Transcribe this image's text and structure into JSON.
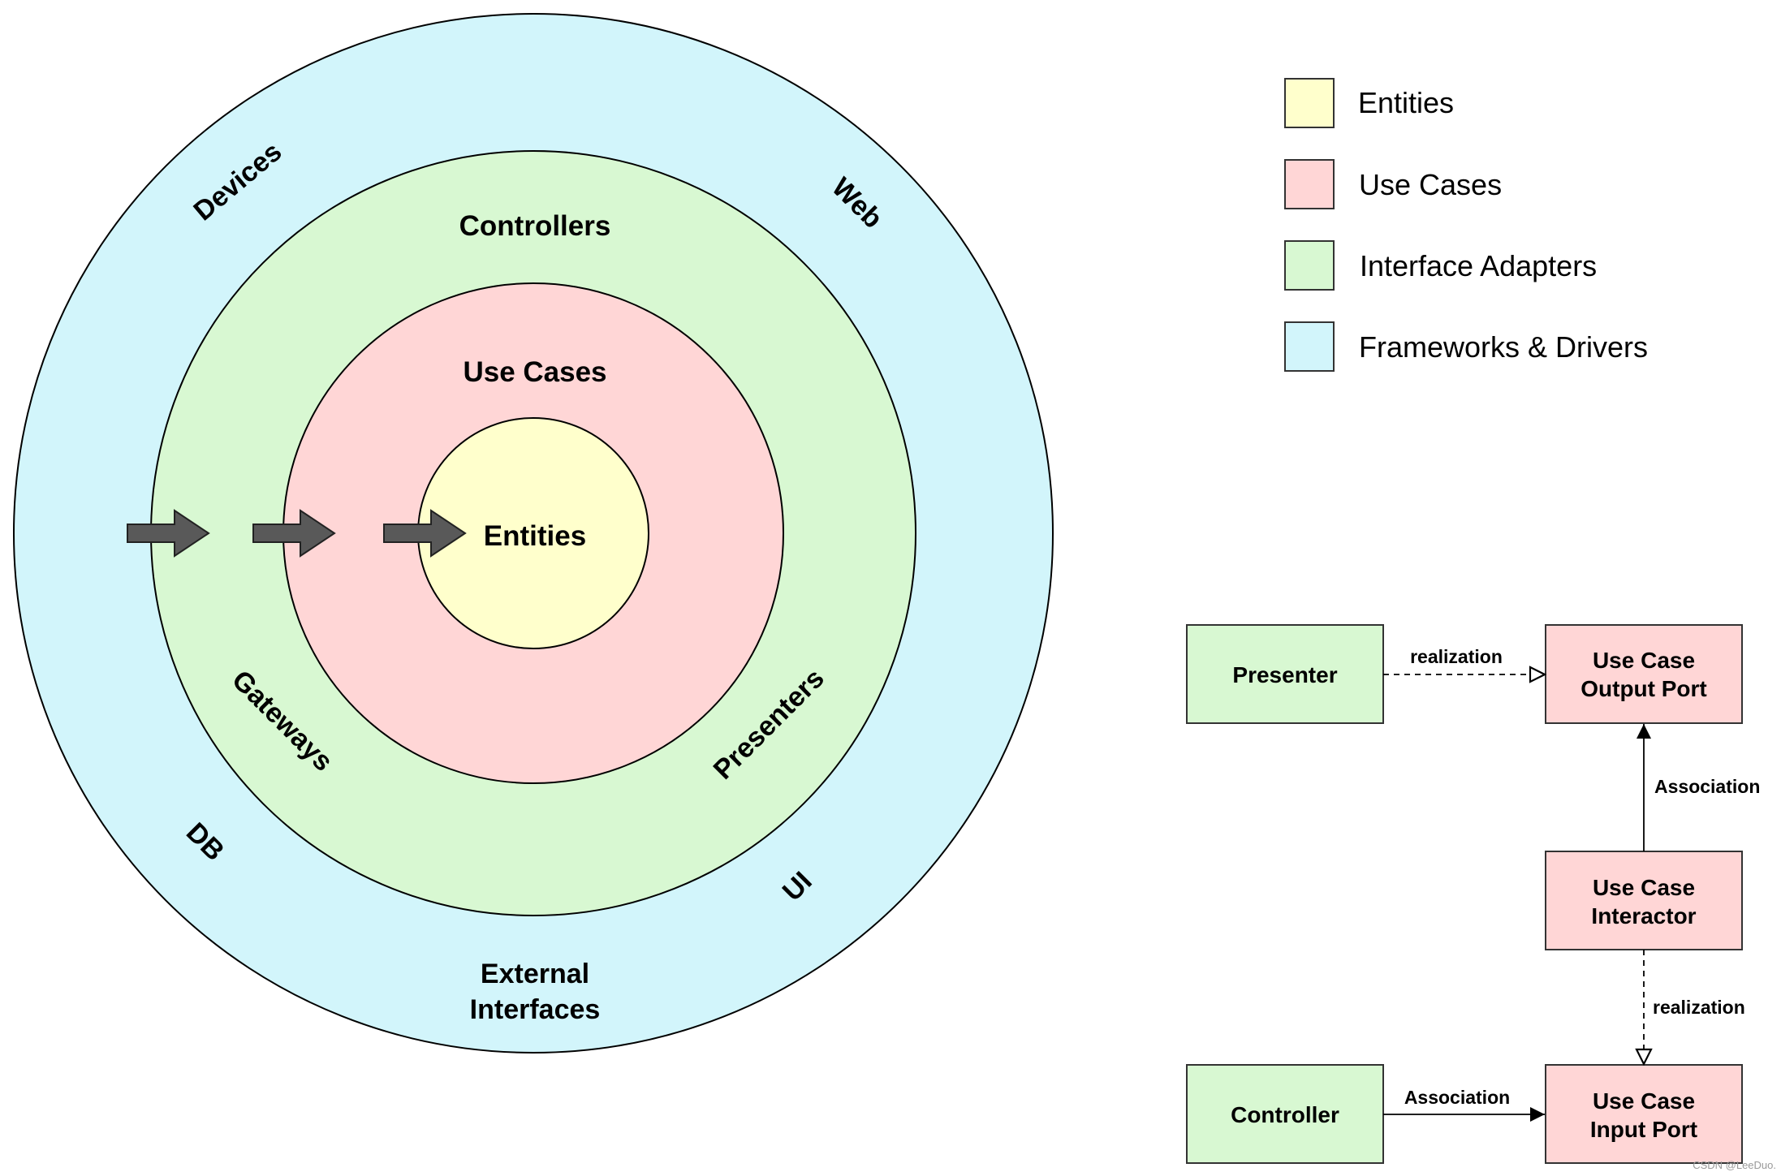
{
  "colors": {
    "entities": "#FFFFCC",
    "use_cases": "#FFD6D6",
    "interface_adapters": "#D8F8D2",
    "frameworks_drivers": "#D2F5FB",
    "arrow": "#595959",
    "stroke": "#000000"
  },
  "onion": {
    "outer_ring": {
      "labels": {
        "devices": "Devices",
        "web": "Web",
        "db": "DB",
        "ui": "UI",
        "external_line1": "External",
        "external_line2": "Interfaces"
      }
    },
    "green_ring": {
      "labels": {
        "controllers": "Controllers",
        "gateways": "Gateways",
        "presenters": "Presenters"
      }
    },
    "red_ring": {
      "label": "Use Cases"
    },
    "core": {
      "label": "Entities"
    },
    "arrow_count": 3,
    "arrow_icon": "arrow-right-icon"
  },
  "legend": [
    {
      "label": "Entities",
      "color_key": "entities"
    },
    {
      "label": "Use Cases",
      "color_key": "use_cases"
    },
    {
      "label": "Interface Adapters",
      "color_key": "interface_adapters"
    },
    {
      "label": "Frameworks & Drivers",
      "color_key": "frameworks_drivers"
    }
  ],
  "uml": {
    "presenter": {
      "label": "Presenter"
    },
    "output_port": {
      "line1": "Use Case",
      "line2": "Output Port"
    },
    "interactor": {
      "line1": "Use Case",
      "line2": "Interactor"
    },
    "controller": {
      "label": "Controller"
    },
    "input_port": {
      "line1": "Use Case",
      "line2": "Input Port"
    },
    "edge_presenter_output": "realization",
    "edge_interactor_output": "Association",
    "edge_interactor_input": "realization",
    "edge_controller_input": "Association"
  },
  "watermark": "CSDN @LeeDuo."
}
